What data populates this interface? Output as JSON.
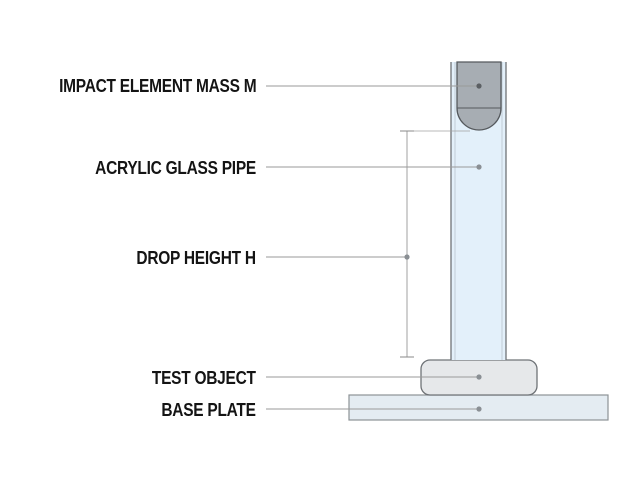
{
  "labels": {
    "impact_element": "IMPACT ELEMENT MASS M",
    "acrylic_pipe": "ACRYLIC GLASS PIPE",
    "drop_height": "DROP HEIGHT H",
    "test_object": "TEST OBJECT",
    "base_plate": "BASE PLATE"
  },
  "colors": {
    "label_text": "#141414",
    "leader_line": "#9a9a9a",
    "pipe_fill": "#e3f0fa",
    "pipe_stroke": "#6f7377",
    "mass_fill": "#a7adb3",
    "mass_stroke": "#55595d",
    "object_fill": "#e6e8ea",
    "base_fill": "#e4ecf2",
    "dimension_line": "#a0a0a0"
  }
}
